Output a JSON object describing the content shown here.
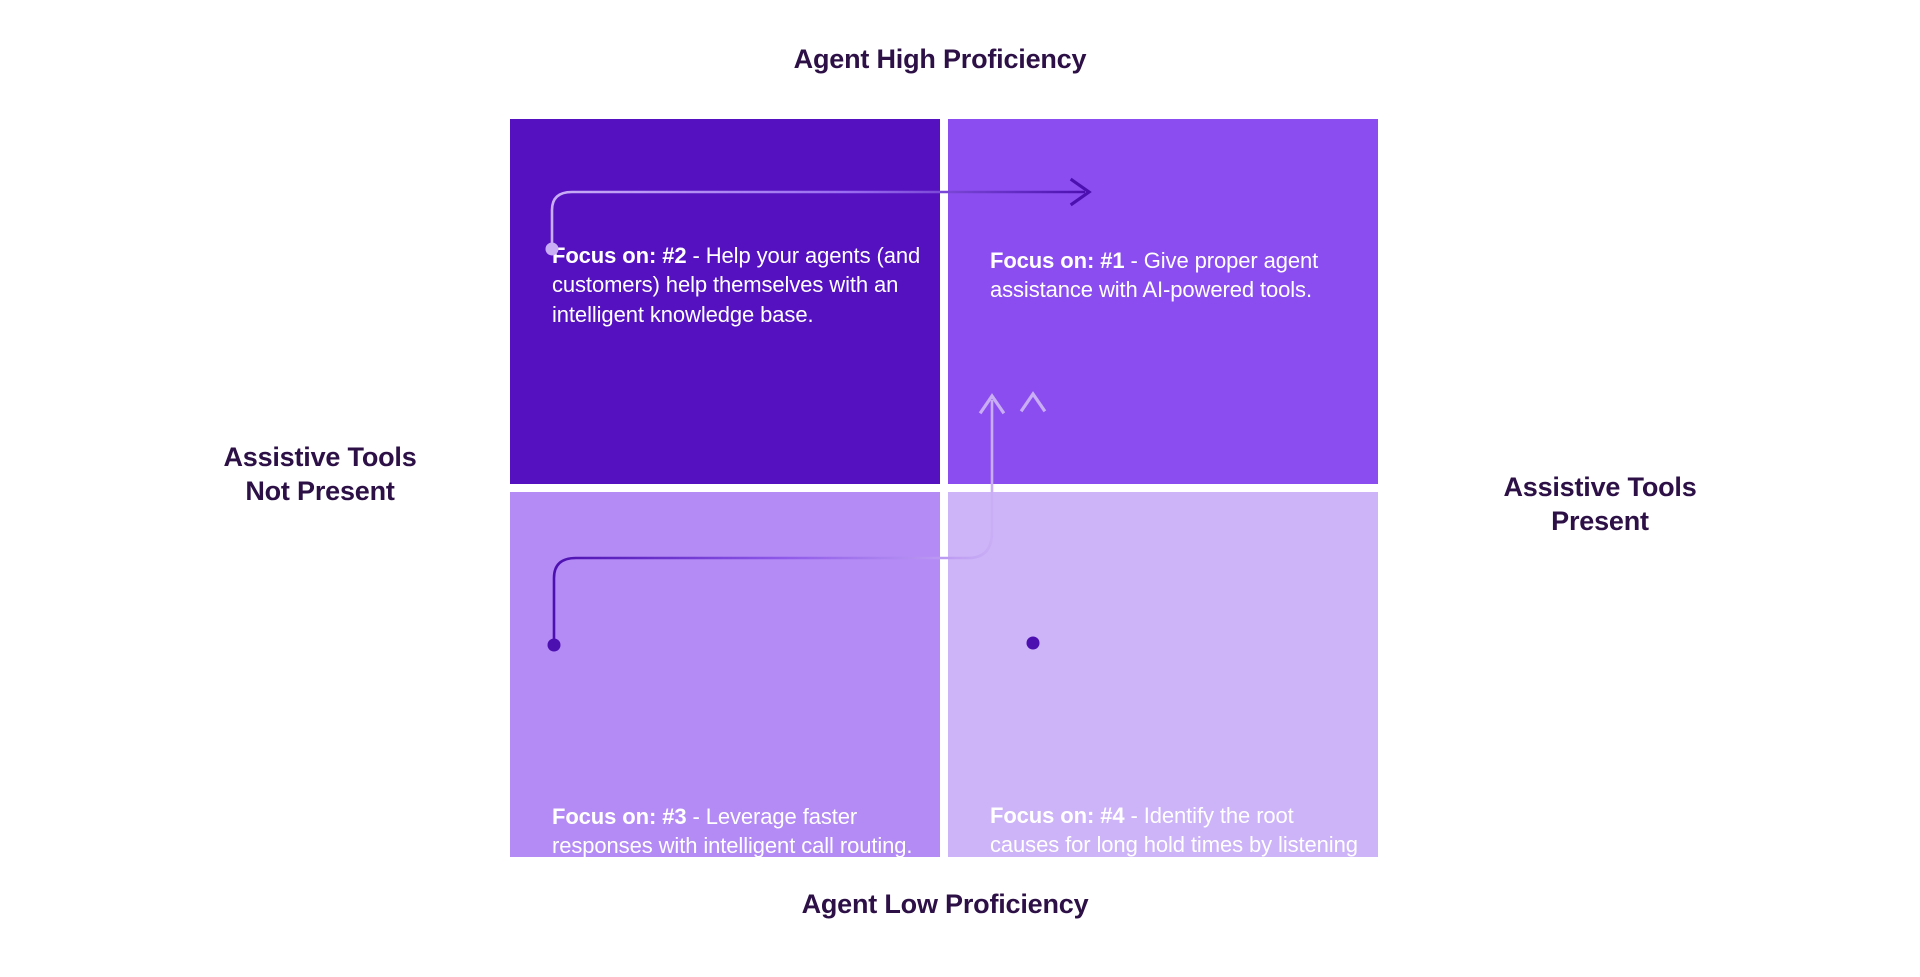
{
  "diagram": {
    "type": "2x2-quadrant-matrix",
    "axes": {
      "top_label": "Agent High Proficiency",
      "bottom_label": "Agent Low Proficiency",
      "left_label": "Assistive Tools\nNot Present",
      "right_label": "Assistive Tools\nPresent"
    },
    "colors": {
      "heading": "#2c1046",
      "quadrant_top_left": "#5511c0",
      "quadrant_top_right": "#8b4df0",
      "quadrant_bottom_left": "#b48af5",
      "quadrant_bottom_right": "#cdb3f7",
      "arrow_dark": "#4c10b0",
      "arrow_light": "#c9aef5",
      "text_on_quadrant": "#ffffff",
      "page_background": "#ffffff"
    },
    "quadrants": [
      {
        "id": "q2",
        "position": "top-left",
        "prefix": "Focus on: #2",
        "body": " - Help your agents (and customers) help themselves with an intelligent knowledge base.",
        "rank": "#2"
      },
      {
        "id": "q1",
        "position": "top-right",
        "prefix": "Focus on: #1",
        "body": " - Give proper agent assistance with AI-powered tools.",
        "rank": "#1"
      },
      {
        "id": "q3",
        "position": "bottom-left",
        "prefix": "Focus on: #3",
        "body": " - Leverage faster responses with intelligent call routing.",
        "rank": "#3"
      },
      {
        "id": "q4",
        "position": "bottom-right",
        "prefix": "Focus on: #4",
        "body": " - Identify the root causes for long hold times by listening to every interaction.",
        "rank": "#4"
      }
    ],
    "flow_arrows": [
      {
        "name": "arrow-q2-to-q1",
        "from": "top-left quadrant",
        "to": "top-right quadrant",
        "direction": "rightward",
        "start_marker": "dot",
        "end_marker": "arrowhead"
      },
      {
        "name": "arrow-q3-to-q1",
        "from": "bottom-left quadrant",
        "to": "top-right quadrant",
        "direction": "right-then-up",
        "start_marker": "dot",
        "end_marker": "arrowhead"
      },
      {
        "name": "arrow-q4-to-q1",
        "from": "bottom-right quadrant",
        "to": "top-right quadrant",
        "direction": "upward",
        "start_marker": "dot",
        "end_marker": "arrowhead"
      }
    ]
  }
}
